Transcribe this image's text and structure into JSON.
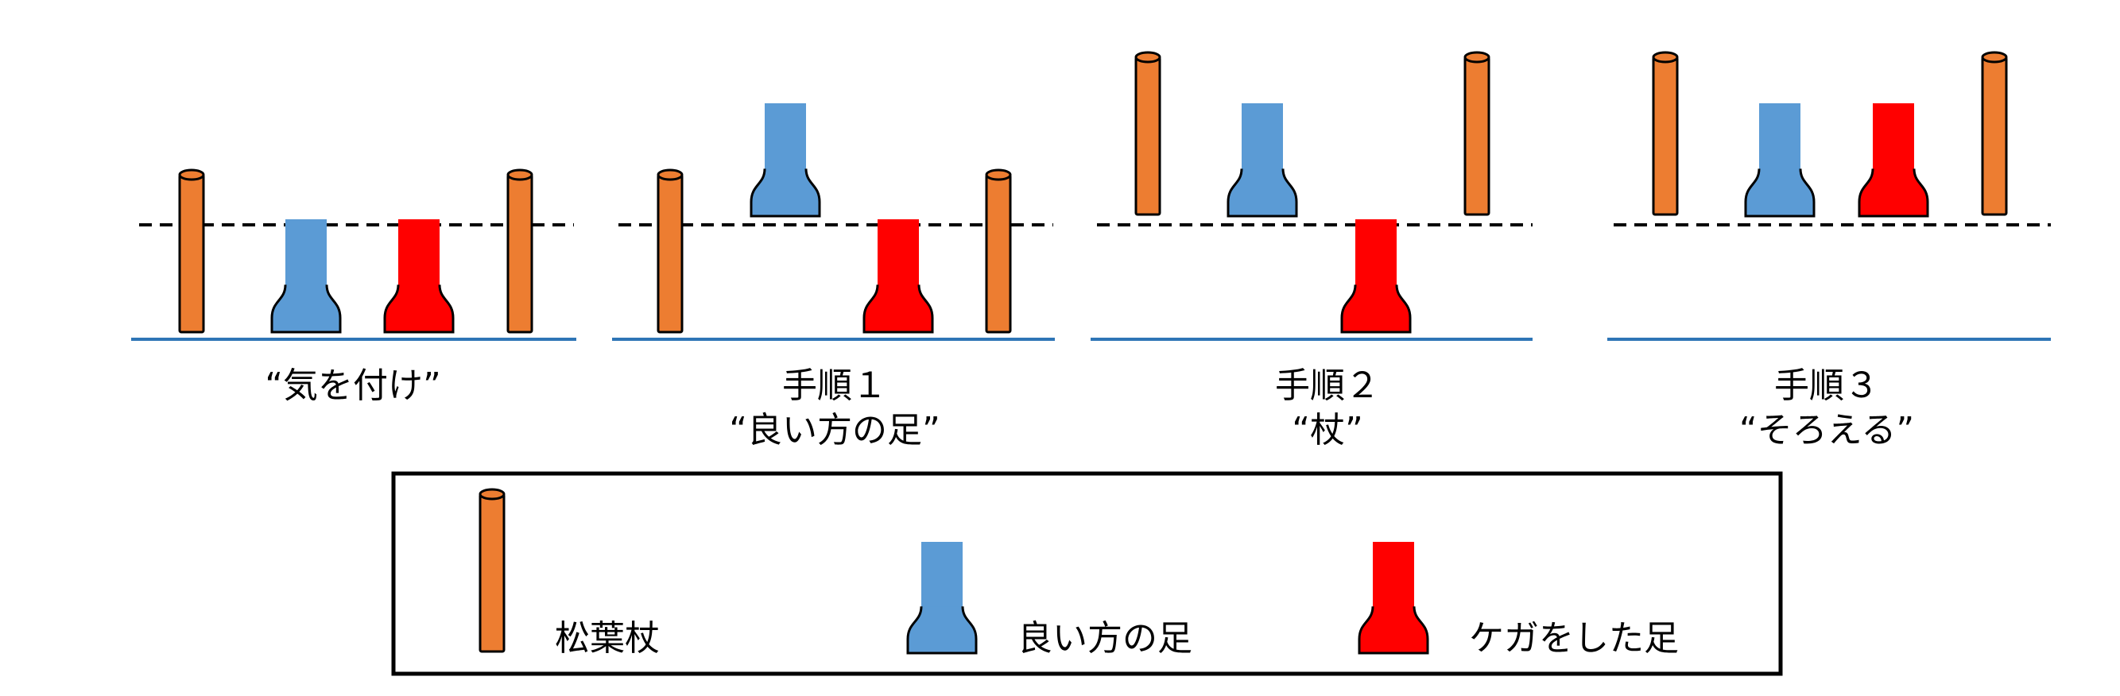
{
  "panels": [
    {
      "id": "attention",
      "caption_lines": [
        "“気を付け”"
      ],
      "crutch_left": "down",
      "good_foot": "down",
      "injured_foot": "down",
      "crutch_right": "down"
    },
    {
      "id": "step1",
      "caption_lines": [
        "手順１",
        "“良い方の足”"
      ],
      "crutch_left": "down",
      "good_foot": "up",
      "injured_foot": "down",
      "crutch_right": "down"
    },
    {
      "id": "step2",
      "caption_lines": [
        "手順２",
        "“杖”"
      ],
      "crutch_left": "up",
      "good_foot": "up",
      "injured_foot": "down",
      "crutch_right": "up"
    },
    {
      "id": "step3",
      "caption_lines": [
        "手順３",
        "“そろえる”"
      ],
      "crutch_left": "up",
      "good_foot": "up",
      "injured_foot": "up",
      "crutch_right": "up"
    }
  ],
  "legend": {
    "crutch_label": "松葉杖",
    "good_foot_label": "良い方の足",
    "injured_foot_label": "ケガをした足"
  },
  "colors": {
    "crutch": "#ED7D31",
    "good_foot": "#5B9BD5",
    "injured_foot": "#FF0000",
    "ground": "#2E75B6",
    "dashed_line": "#000000"
  }
}
